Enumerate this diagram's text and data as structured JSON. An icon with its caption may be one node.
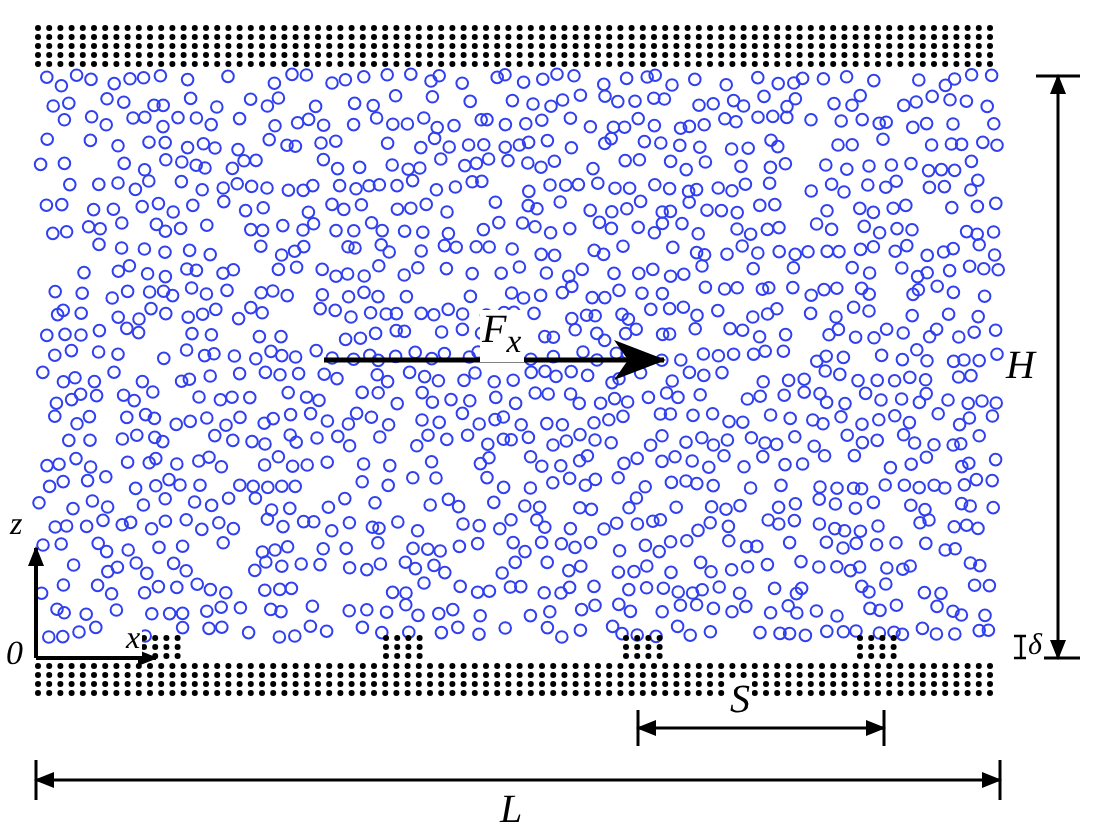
{
  "diagram": {
    "labels": [
      "H",
      "F$_{x}$",
      "z",
      "0",
      "x",
      "δ",
      "S",
      "L"
    ]
  }
}
